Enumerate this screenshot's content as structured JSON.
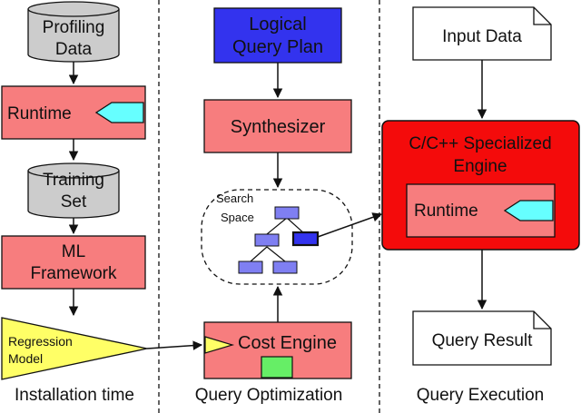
{
  "columns": {
    "installation": "Installation time",
    "optimization": "Query Optimization",
    "execution": "Query Execution"
  },
  "installation": {
    "profiling_data": [
      "Profiling",
      "Data"
    ],
    "runtime": "Runtime",
    "training_set": [
      "Training",
      "Set"
    ],
    "ml_framework": [
      "ML",
      "Framework"
    ],
    "regression_model": [
      "Regression",
      "Model"
    ]
  },
  "optimization": {
    "logical_plan": [
      "Logical",
      "Query Plan"
    ],
    "synthesizer": "Synthesizer",
    "search_space": [
      "Search",
      "Space"
    ],
    "cost_engine": "Cost Engine"
  },
  "execution": {
    "input_data": "Input Data",
    "specialized_engine": [
      "C/C++ Specialized",
      "Engine"
    ],
    "runtime": "Runtime",
    "query_result": "Query Result"
  },
  "colors": {
    "salmon": "#f77d7e",
    "red": "#f40b0b",
    "blue": "#3333ee",
    "cyan": "#66ffff",
    "yellow": "#ffff66",
    "green": "#66ee66",
    "gray": "#cccccc",
    "node": "#7f7ff2"
  }
}
